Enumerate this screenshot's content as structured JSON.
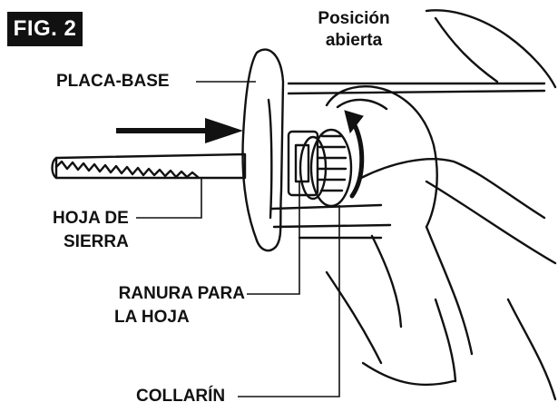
{
  "figure": {
    "badge": "FIG. 2"
  },
  "labels": {
    "position_line1": "Posición",
    "position_line2": "abierta",
    "base_plate": "PLACA-BASE",
    "blade_line1": "HOJA DE",
    "blade_line2": "SIERRA",
    "slot_line1": "RANURA PARA",
    "slot_line2": "LA HOJA",
    "collar": "COLLARÍN"
  },
  "colors": {
    "ink": "#111111",
    "paper": "#ffffff"
  }
}
